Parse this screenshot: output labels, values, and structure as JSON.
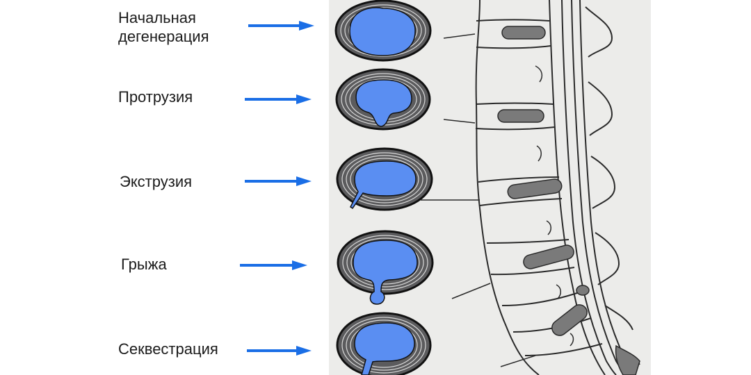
{
  "stages": [
    {
      "lines": [
        "Начальная",
        "дегенерация"
      ]
    },
    {
      "lines": [
        "Протрузия"
      ]
    },
    {
      "lines": [
        "Экструзия"
      ]
    },
    {
      "lines": [
        "Грыжа"
      ]
    },
    {
      "lines": [
        "Секвестрация"
      ]
    }
  ],
  "colors": {
    "arrow": "#1a6ee6",
    "nucleus": "#5a8ef2",
    "annulus": "#5b5b5d",
    "annulus_ring": "#d9d9d9",
    "outline": "#111111",
    "background_panel": "#ececea",
    "disc_spine": "#7a7a7a"
  },
  "icons": [
    "arrow-right-icon",
    "disc-cross-section-icon",
    "spine-sagittal-icon"
  ]
}
